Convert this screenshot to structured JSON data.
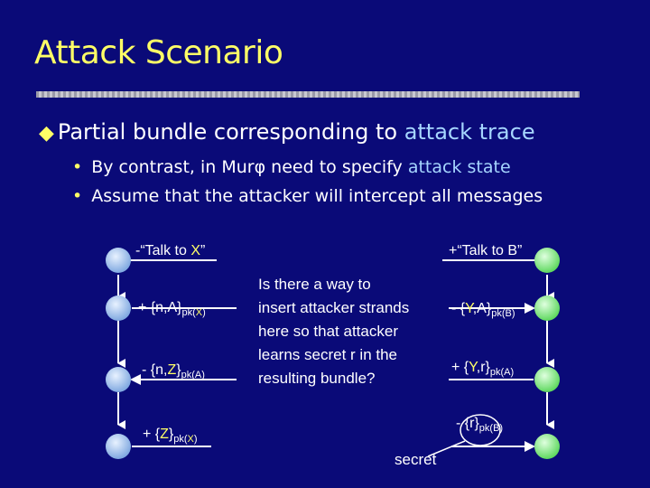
{
  "title": "Attack Scenario",
  "bullet": {
    "text": "Partial bundle corresponding to ",
    "highlight": "attack trace"
  },
  "subbullets": [
    {
      "pre": "By contrast, in Mur",
      "phi": "φ",
      "mid": " need to specify ",
      "highlight": "attack state"
    },
    {
      "text": "Assume that the attacker will intercept all messages"
    }
  ],
  "left_strand": {
    "top_label": {
      "pre": "-“Talk to ",
      "var": "X",
      "post": "”"
    },
    "messages": [
      {
        "pre": "+ {n,A}",
        "sub_pre": "pk(",
        "sub_var": "X",
        "sub_post": ")"
      },
      {
        "pre": "- {n,",
        "var": "Z",
        "post": "}",
        "sub_text": "pk(A)"
      },
      {
        "pre": "+ {",
        "var": "Z",
        "post": "}",
        "sub_pre": "pk(",
        "sub_var": "X",
        "sub_post": ")"
      }
    ]
  },
  "right_strand": {
    "top_label": "+“Talk to B”",
    "messages": [
      {
        "pre": "- {",
        "var": "Y",
        "post": ",A}",
        "sub_text": "pk(B)"
      },
      {
        "pre": "+ {",
        "var": "Y",
        "post": ",r}",
        "sub_text": "pk(A)"
      },
      {
        "pre": "- {r}",
        "sub_text": "pk(B)"
      }
    ]
  },
  "question_lines": [
    "Is there a way to",
    "insert attacker strands",
    "here so that attacker",
    "learns secret r in the",
    "resulting bundle?"
  ],
  "secret_label": "secret",
  "colors": {
    "title": "#ffff66",
    "background": "#0a0a78",
    "highlight": "#a6d6ff",
    "node": "#a8c8f0",
    "node_right": "#90ee90"
  }
}
